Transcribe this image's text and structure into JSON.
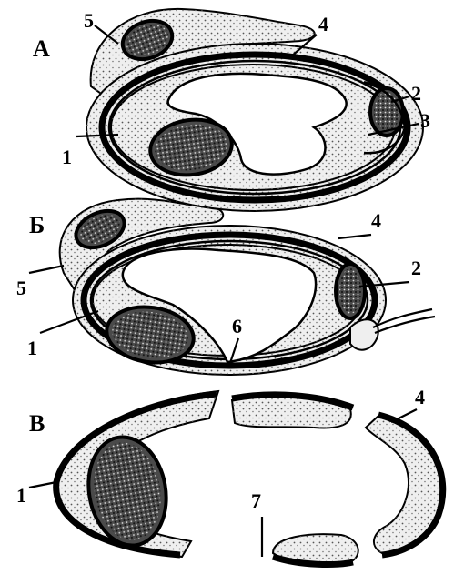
{
  "panels": {
    "a": {
      "letter": "А"
    },
    "b": {
      "letter": "Б"
    },
    "c": {
      "letter": "В"
    }
  },
  "callouts": {
    "a1": "1",
    "a2": "2",
    "a3": "3",
    "a4": "4",
    "a5": "5",
    "b1": "1",
    "b2": "2",
    "b4": "4",
    "b5": "5",
    "b6": "6",
    "c1": "1",
    "c4": "4",
    "c7": "7"
  },
  "colors": {
    "ink": "#000000",
    "cytoplasm": "#efefef",
    "nucleus": "#4a4a4a",
    "background": "#ffffff"
  }
}
